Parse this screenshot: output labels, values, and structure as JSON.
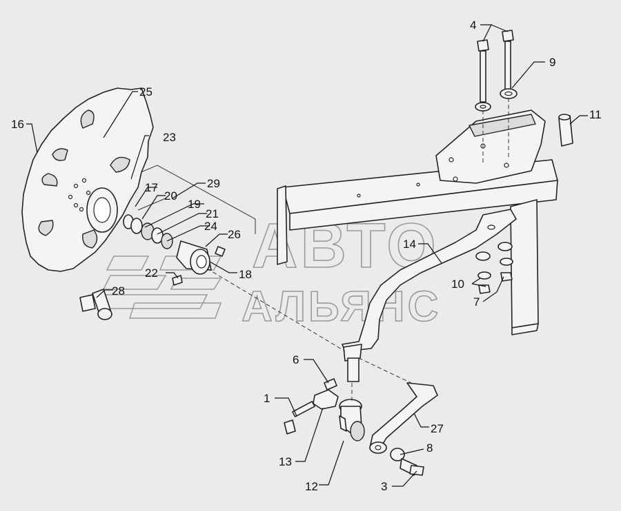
{
  "watermark": {
    "line1": "АВТО",
    "line2": "АЛЬЯНС"
  },
  "callouts": {
    "c1": "1",
    "c3": "3",
    "c4": "4",
    "c6": "6",
    "c7": "7",
    "c8": "8",
    "c9": "9",
    "c10": "10",
    "c11": "11",
    "c12": "12",
    "c13": "13",
    "c14": "14",
    "c16": "16",
    "c17": "17",
    "c18": "18",
    "c19": "19",
    "c20": "20",
    "c21": "21",
    "c22": "22",
    "c23": "23",
    "c24": "24",
    "c25": "25",
    "c26": "26",
    "c27": "27",
    "c28": "28",
    "c29": "29"
  },
  "colors": {
    "background": "#ebebeb",
    "line": "#222222",
    "watermark": "#9a9a9a"
  }
}
